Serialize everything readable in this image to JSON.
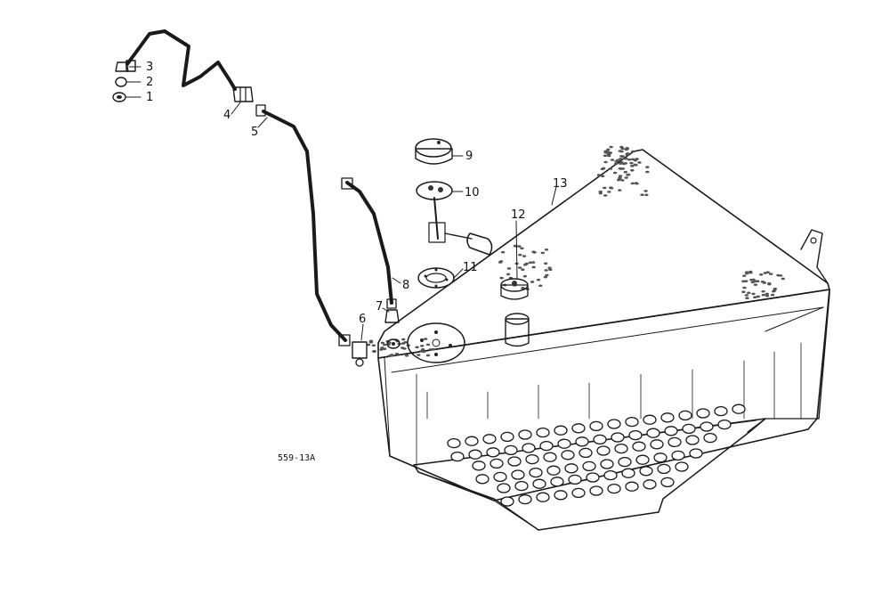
{
  "figure_code": "559-13A",
  "callouts": [
    {
      "id": "c1",
      "text": "1"
    },
    {
      "id": "c2",
      "text": "2"
    },
    {
      "id": "c3",
      "text": "3"
    },
    {
      "id": "c4",
      "text": "4"
    },
    {
      "id": "c5",
      "text": "5"
    },
    {
      "id": "c6",
      "text": "6"
    },
    {
      "id": "c7",
      "text": "7"
    },
    {
      "id": "c8",
      "text": "8"
    },
    {
      "id": "c9",
      "text": "9"
    },
    {
      "id": "c10",
      "text": "10"
    },
    {
      "id": "c11",
      "text": "11"
    },
    {
      "id": "c12",
      "text": "12"
    },
    {
      "id": "c13",
      "text": "13"
    }
  ]
}
